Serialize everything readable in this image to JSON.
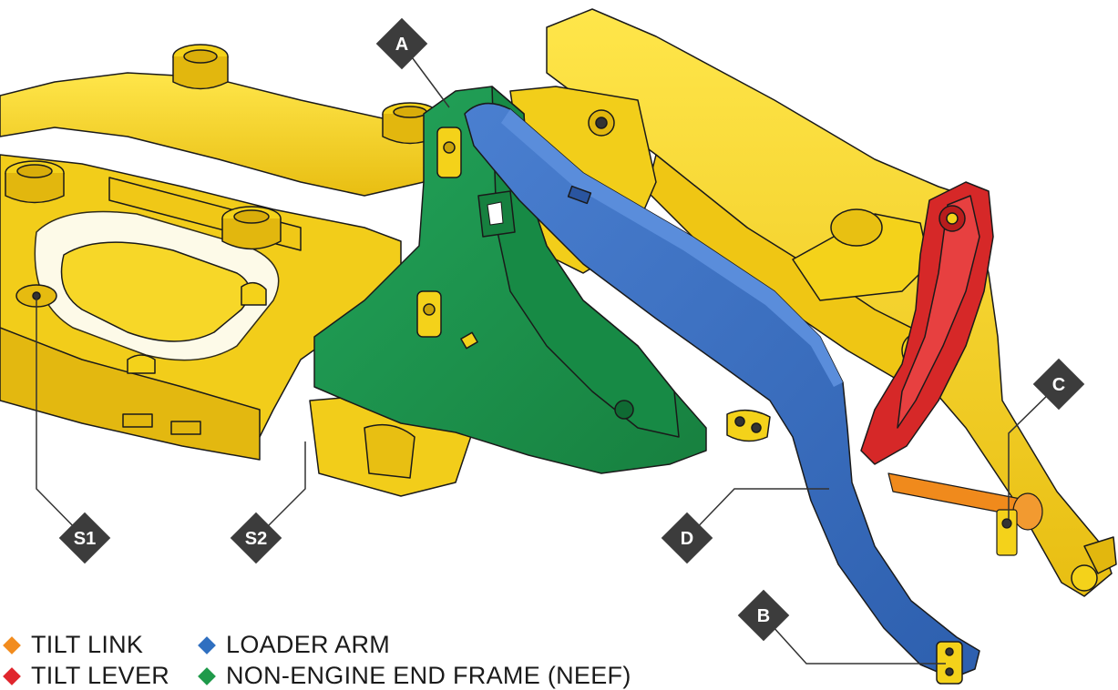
{
  "callouts": [
    {
      "id": "A",
      "label": "A"
    },
    {
      "id": "B",
      "label": "B"
    },
    {
      "id": "C",
      "label": "C"
    },
    {
      "id": "D",
      "label": "D"
    },
    {
      "id": "S1",
      "label": "S1"
    },
    {
      "id": "S2",
      "label": "S2"
    }
  ],
  "legend": [
    {
      "label": "TILT LINK",
      "color": "#f28c1e"
    },
    {
      "label": "TILT LEVER",
      "color": "#e0262d"
    },
    {
      "label": "LOADER ARM",
      "color": "#2f6fc0"
    },
    {
      "label": "NON-ENGINE END FRAME (NEEF)",
      "color": "#1f9a4a"
    }
  ],
  "colors": {
    "frame_yellow": "#f5d21c",
    "frame_shadow": "#c9a20a",
    "neef_green": "#1e9550",
    "arm_blue": "#3a6fc2",
    "tilt_lever_red": "#d62828",
    "tilt_link_orange": "#f08a1c",
    "callout_dark": "#3c3c3c"
  }
}
